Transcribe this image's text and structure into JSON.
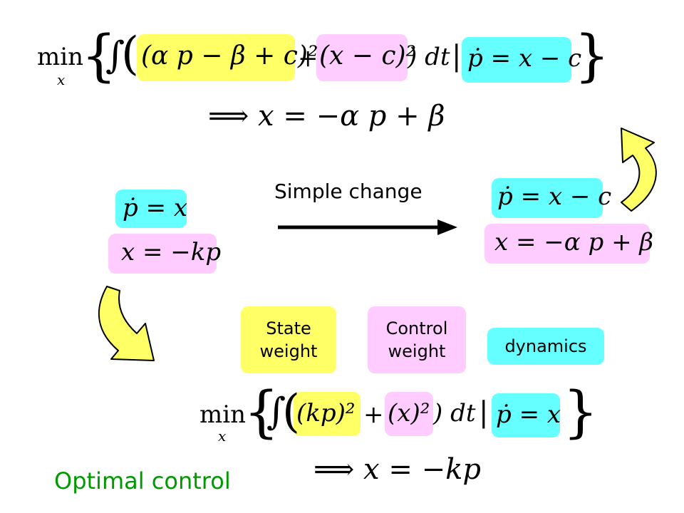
{
  "colors": {
    "state": "#ffff66",
    "control": "#ffccff",
    "dynamics": "#66ffff",
    "caption": "#009900"
  },
  "top": {
    "min": "min",
    "min_sub": "x",
    "integral": "∫",
    "state_term": "(α p − β + c)²",
    "plus": "+",
    "control_term": "(x − c)²",
    "dt": ") dt",
    "bar": "|",
    "dynamics": "ṗ = x − c",
    "solution": "⟹ x = −α p + β"
  },
  "left_system": {
    "dynamics": "ṗ = x",
    "control": "x = −kp"
  },
  "arrow_label": "Simple change",
  "right_system": {
    "dynamics": "ṗ = x − c",
    "control": "x = −α p + β"
  },
  "labels": {
    "state": "State weight",
    "control": "Control weight",
    "dynamics": "dynamics"
  },
  "bottom": {
    "min": "min",
    "min_sub": "x",
    "integral": "∫",
    "state_term": "(kp)²",
    "plus": "+",
    "control_term": "(x)²",
    "dt": ") dt",
    "bar": "|",
    "dynamics": "ṗ = x",
    "solution": "⟹ x = −kp"
  },
  "caption": "Optimal control"
}
